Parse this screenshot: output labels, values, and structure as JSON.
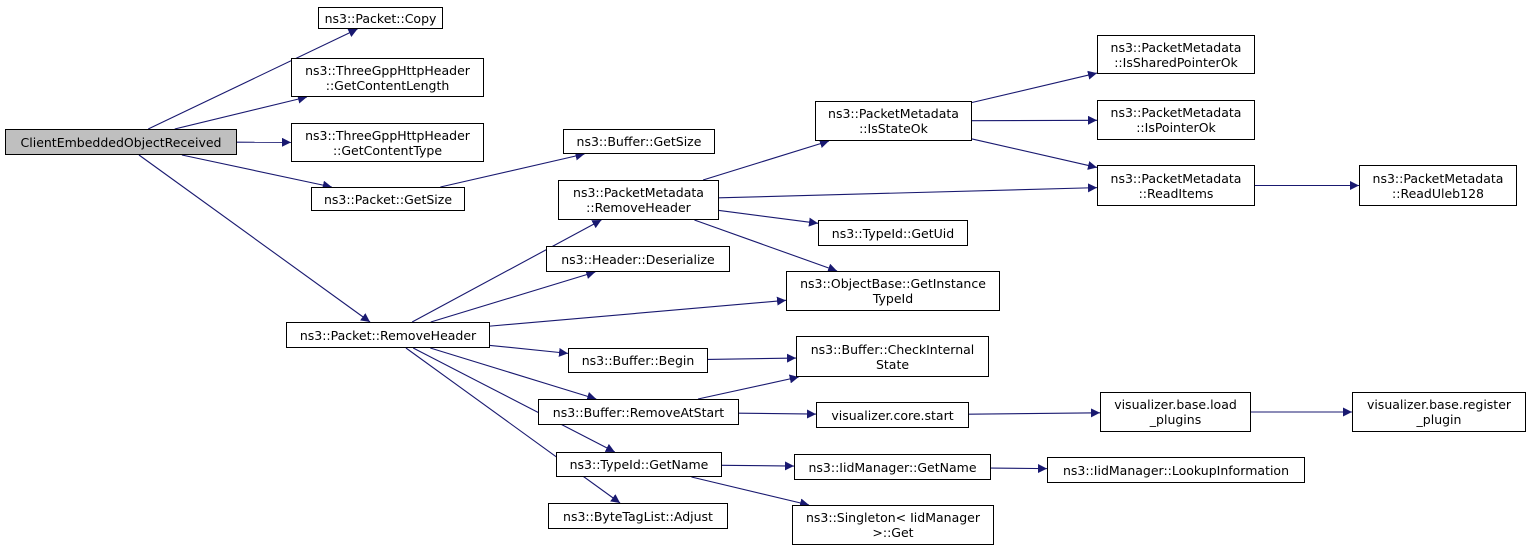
{
  "colors": {
    "edge": "#191970",
    "node_border": "#000000",
    "root_fill": "#bfbfbf",
    "node_fill": "#ffffff"
  },
  "nodes": {
    "n_root": {
      "lines": [
        "ClientEmbeddedObjectReceived"
      ]
    },
    "n_copy": {
      "lines": [
        "ns3::Packet::Copy"
      ]
    },
    "n_getcontentlength": {
      "lines": [
        "ns3::ThreeGppHttpHeader",
        "::GetContentLength"
      ]
    },
    "n_getcontenttype": {
      "lines": [
        "ns3::ThreeGppHttpHeader",
        "::GetContentType"
      ]
    },
    "n_packetgetsize": {
      "lines": [
        "ns3::Packet::GetSize"
      ]
    },
    "n_packetremoveheader": {
      "lines": [
        "ns3::Packet::RemoveHeader"
      ]
    },
    "n_buffergetsize": {
      "lines": [
        "ns3::Buffer::GetSize"
      ]
    },
    "n_pmremoveheader": {
      "lines": [
        "ns3::PacketMetadata",
        "::RemoveHeader"
      ]
    },
    "n_deserialize": {
      "lines": [
        "ns3::Header::Deserialize"
      ]
    },
    "n_begin": {
      "lines": [
        "ns3::Buffer::Begin"
      ]
    },
    "n_removeatstart": {
      "lines": [
        "ns3::Buffer::RemoveAtStart"
      ]
    },
    "n_typeidgetname": {
      "lines": [
        "ns3::TypeId::GetName"
      ]
    },
    "n_adjust": {
      "lines": [
        "ns3::ByteTagList::Adjust"
      ]
    },
    "n_isstateok": {
      "lines": [
        "ns3::PacketMetadata",
        "::IsStateOk"
      ]
    },
    "n_getuid": {
      "lines": [
        "ns3::TypeId::GetUid"
      ]
    },
    "n_getinstancetypeid": {
      "lines": [
        "ns3::ObjectBase::GetInstance",
        "TypeId"
      ]
    },
    "n_checkinternalstate": {
      "lines": [
        "ns3::Buffer::CheckInternal",
        "State"
      ]
    },
    "n_vcorestart": {
      "lines": [
        "visualizer.core.start"
      ]
    },
    "n_iidgetname": {
      "lines": [
        "ns3::IidManager::GetName"
      ]
    },
    "n_singletonget": {
      "lines": [
        "ns3::Singleton< IidManager",
        ">::Get"
      ]
    },
    "n_issharedpointerok": {
      "lines": [
        "ns3::PacketMetadata",
        "::IsSharedPointerOk"
      ]
    },
    "n_ispointerok": {
      "lines": [
        "ns3::PacketMetadata",
        "::IsPointerOk"
      ]
    },
    "n_readitems": {
      "lines": [
        "ns3::PacketMetadata",
        "::ReadItems"
      ]
    },
    "n_vloadplugins": {
      "lines": [
        "visualizer.base.load",
        "_plugins"
      ]
    },
    "n_lookupinformation": {
      "lines": [
        "ns3::IidManager::LookupInformation"
      ]
    },
    "n_readuleb128": {
      "lines": [
        "ns3::PacketMetadata",
        "::ReadUleb128"
      ]
    },
    "n_vregisterplugin": {
      "lines": [
        "visualizer.base.register",
        "_plugin"
      ]
    }
  },
  "edges": [
    [
      "n_root",
      "n_copy"
    ],
    [
      "n_root",
      "n_getcontentlength"
    ],
    [
      "n_root",
      "n_getcontenttype"
    ],
    [
      "n_root",
      "n_packetgetsize"
    ],
    [
      "n_root",
      "n_packetremoveheader"
    ],
    [
      "n_packetgetsize",
      "n_buffergetsize"
    ],
    [
      "n_packetremoveheader",
      "n_pmremoveheader"
    ],
    [
      "n_packetremoveheader",
      "n_deserialize"
    ],
    [
      "n_packetremoveheader",
      "n_getinstancetypeid"
    ],
    [
      "n_packetremoveheader",
      "n_begin"
    ],
    [
      "n_packetremoveheader",
      "n_removeatstart"
    ],
    [
      "n_packetremoveheader",
      "n_typeidgetname"
    ],
    [
      "n_packetremoveheader",
      "n_adjust"
    ],
    [
      "n_pmremoveheader",
      "n_isstateok"
    ],
    [
      "n_pmremoveheader",
      "n_readitems"
    ],
    [
      "n_pmremoveheader",
      "n_getuid"
    ],
    [
      "n_pmremoveheader",
      "n_getinstancetypeid"
    ],
    [
      "n_isstateok",
      "n_issharedpointerok"
    ],
    [
      "n_isstateok",
      "n_ispointerok"
    ],
    [
      "n_isstateok",
      "n_readitems"
    ],
    [
      "n_readitems",
      "n_readuleb128"
    ],
    [
      "n_begin",
      "n_checkinternalstate"
    ],
    [
      "n_removeatstart",
      "n_checkinternalstate"
    ],
    [
      "n_removeatstart",
      "n_vcorestart"
    ],
    [
      "n_vcorestart",
      "n_vloadplugins"
    ],
    [
      "n_vloadplugins",
      "n_vregisterplugin"
    ],
    [
      "n_typeidgetname",
      "n_iidgetname"
    ],
    [
      "n_typeidgetname",
      "n_singletonget"
    ],
    [
      "n_iidgetname",
      "n_lookupinformation"
    ]
  ]
}
